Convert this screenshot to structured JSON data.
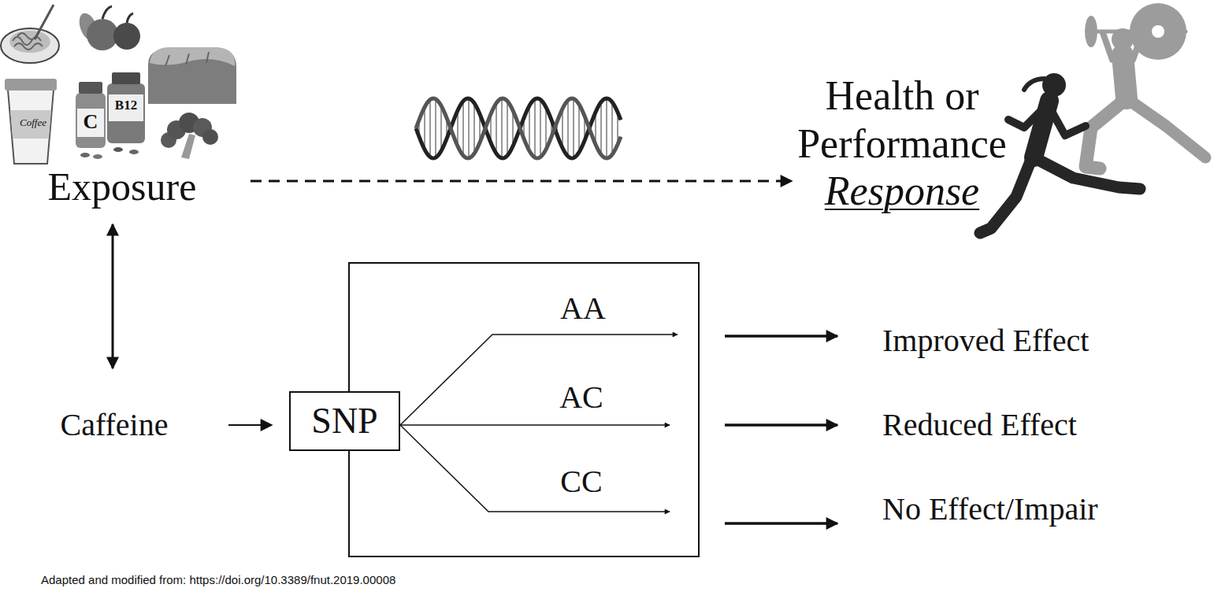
{
  "diagram": {
    "nodes": [
      {
        "text": [
          "Exposure"
        ]
      },
      {
        "text": [
          "Health or Performance",
          "Response"
        ]
      },
      {
        "text": [
          "Caffeine"
        ]
      },
      {
        "text": [
          "AA",
          "AC",
          "CC"
        ]
      },
      {
        "text": [
          "SNP"
        ],
        "in": 3
      },
      {
        "text": [
          "Improved Effect"
        ]
      },
      {
        "text": [
          "Reduced Effect"
        ]
      },
      {
        "text": [
          "No Effect/Impair"
        ]
      }
    ],
    "edges": [
      {
        "from": 0,
        "to": 1,
        "arrow": "to"
      },
      {
        "from": 0,
        "to": 2,
        "arrow": "both"
      },
      {
        "from": 2,
        "to": 4,
        "arrow": "to"
      },
      {
        "from": 3,
        "to": 5,
        "arrow": "to"
      },
      {
        "from": 3,
        "to": 6,
        "arrow": "to"
      },
      {
        "from": 3,
        "to": 7,
        "arrow": "to"
      }
    ],
    "labels": [
      "Coffee",
      "C",
      "B12",
      "Adapted and modified from: https://doi.org/10.3389/fnut.2019.00008"
    ]
  }
}
